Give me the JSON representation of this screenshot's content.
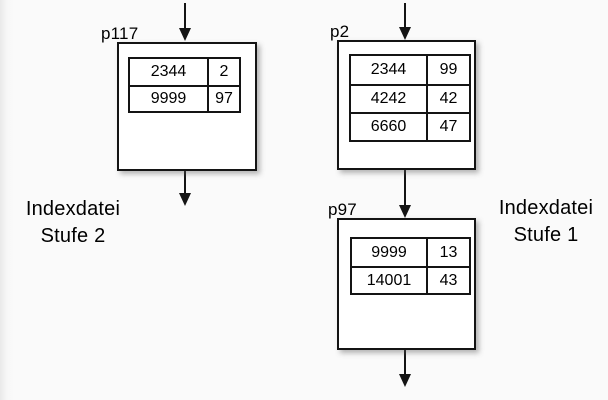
{
  "diagram": {
    "title_semantic": "two-level index file structure",
    "colors": {
      "background": "#fafafa",
      "ink": "#141414",
      "node_fill": "#ffffff"
    },
    "nodes": [
      {
        "id": "p117",
        "label": "p117",
        "rows": [
          [
            "2344",
            "2"
          ],
          [
            "9999",
            "97"
          ]
        ]
      },
      {
        "id": "p2",
        "label": "p2",
        "rows": [
          [
            "2344",
            "99"
          ],
          [
            "4242",
            "42"
          ],
          [
            "6660",
            "47"
          ]
        ]
      },
      {
        "id": "p97",
        "label": "p97",
        "rows": [
          [
            "9999",
            "13"
          ],
          [
            "14001",
            "43"
          ]
        ]
      }
    ],
    "side_labels": [
      {
        "line1": "Indexdatei",
        "line2": "Stufe 2"
      },
      {
        "line1": "Indexdatei",
        "line2": "Stufe 1"
      }
    ]
  }
}
